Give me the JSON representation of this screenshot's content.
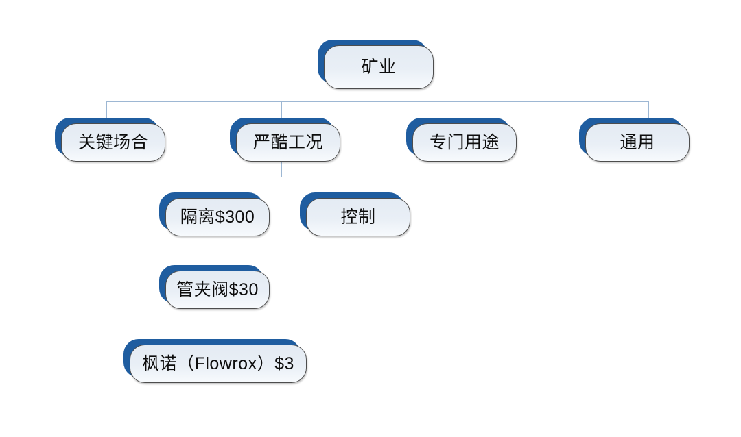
{
  "diagram": {
    "type": "tree",
    "title_node": "矿业",
    "nodes": [
      {
        "id": "root",
        "label": "矿业",
        "level": 0
      },
      {
        "id": "critical",
        "label": "关键场合",
        "level": 1
      },
      {
        "id": "severe",
        "label": "严酷工况",
        "level": 1
      },
      {
        "id": "special",
        "label": "专门用途",
        "level": 1
      },
      {
        "id": "general",
        "label": "通用",
        "level": 1
      },
      {
        "id": "isolate",
        "label": "隔离$300",
        "level": 2
      },
      {
        "id": "control",
        "label": "控制",
        "level": 2
      },
      {
        "id": "pinch",
        "label": "管夹阀$30",
        "level": 3
      },
      {
        "id": "flowrox",
        "label": "枫诺（Flowrox）$3",
        "level": 4
      }
    ],
    "edges": [
      {
        "from": "root",
        "to": "critical"
      },
      {
        "from": "root",
        "to": "severe"
      },
      {
        "from": "root",
        "to": "special"
      },
      {
        "from": "root",
        "to": "general"
      },
      {
        "from": "severe",
        "to": "isolate"
      },
      {
        "from": "severe",
        "to": "control"
      },
      {
        "from": "isolate",
        "to": "pinch"
      },
      {
        "from": "pinch",
        "to": "flowrox"
      }
    ],
    "colors": {
      "accent": "#1F5DA0",
      "box_fill_top": "#E4EBF3",
      "box_fill_bottom": "#F7FAFD",
      "box_border": "#4D4D4D",
      "connector": "#9DB7D3",
      "text": "#0D0D0D",
      "background": "#FFFFFF"
    }
  }
}
